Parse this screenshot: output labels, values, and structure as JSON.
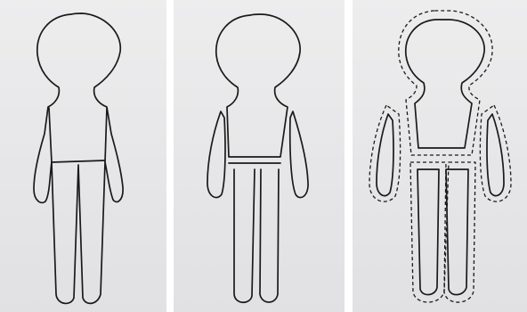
{
  "image": {
    "description_panels": [
      {
        "id": "panel-1",
        "stage": "outline"
      },
      {
        "id": "panel-2",
        "stage": "pieces-separated"
      },
      {
        "id": "panel-3",
        "stage": "seam-allowance"
      }
    ],
    "colors": {
      "background": "#e6e6e8",
      "ink": "#1a1a1a",
      "gutter": "#ffffff"
    }
  }
}
